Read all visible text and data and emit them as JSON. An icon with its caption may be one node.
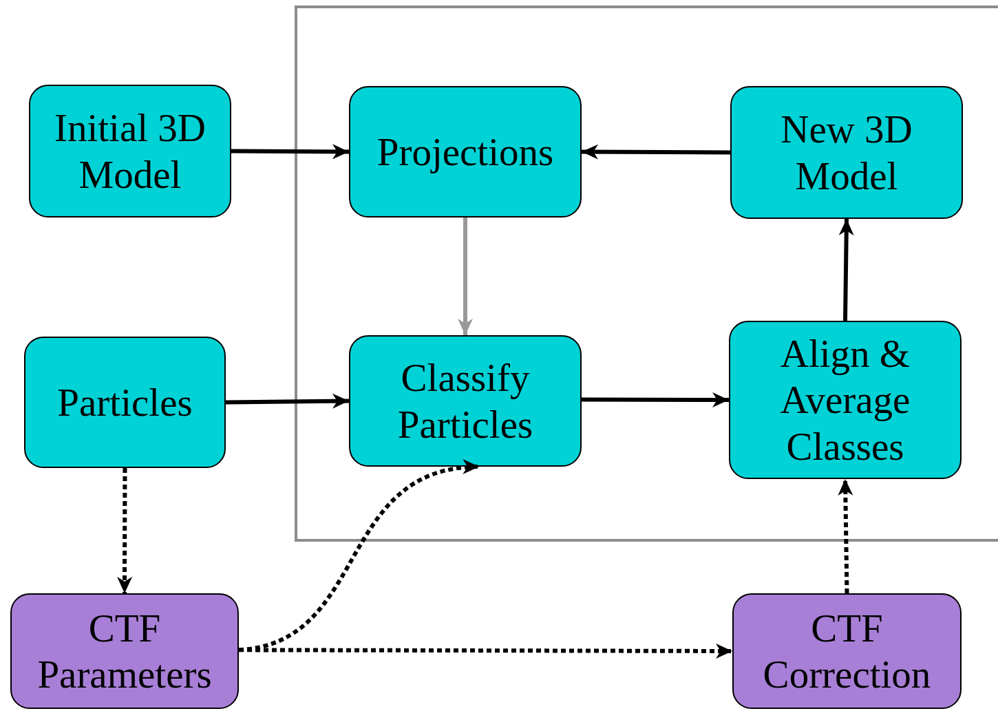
{
  "diagram": {
    "nodes": [
      {
        "text": [],
        "shape": "box"
      },
      {
        "text": [
          "Initial 3D Model"
        ]
      },
      {
        "text": [
          "Projections"
        ],
        "in": 0
      },
      {
        "text": [
          "New 3D Model"
        ],
        "in": 0
      },
      {
        "text": [
          "Particles"
        ]
      },
      {
        "text": [
          "Classify Particles"
        ],
        "in": 0
      },
      {
        "text": [
          "Align & Average Classes"
        ],
        "in": 0
      },
      {
        "text": [
          "CTF Parameters"
        ]
      },
      {
        "text": [
          "CTF Correction"
        ]
      }
    ],
    "edges": [
      {
        "from": 1,
        "to": 2,
        "arrow": "to"
      },
      {
        "from": 3,
        "to": 2,
        "arrow": "to"
      },
      {
        "from": 6,
        "to": 3,
        "arrow": "to"
      },
      {
        "from": 4,
        "to": 5,
        "arrow": "to"
      },
      {
        "from": 5,
        "to": 6,
        "arrow": "to"
      },
      {
        "from": 2,
        "to": 5,
        "arrow": "to",
        "color": "#999999"
      },
      {
        "from": 4,
        "to": 7,
        "arrow": "to",
        "style": "dashed"
      },
      {
        "from": 7,
        "to": 5,
        "arrow": "to",
        "style": "dashed"
      },
      {
        "from": 7,
        "to": 8,
        "arrow": "to",
        "style": "dashed"
      },
      {
        "from": 8,
        "to": 6,
        "arrow": "to",
        "style": "dashed"
      }
    ]
  }
}
